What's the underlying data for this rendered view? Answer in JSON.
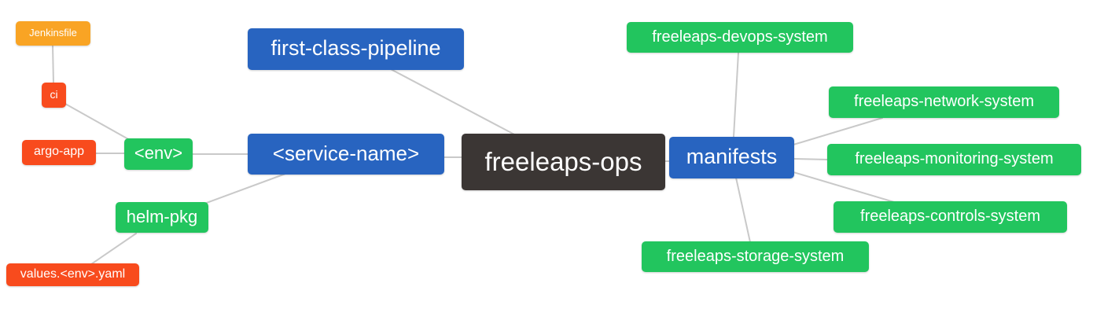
{
  "diagram": {
    "type": "mindmap",
    "root": "freeleaps_ops"
  },
  "colors": {
    "root_bg": "#3B3634",
    "branch_bg": "#2864C0",
    "leaf_green_bg": "#22C55E",
    "leaf_red_bg": "#F84B1D",
    "leaf_amber_bg": "#F9A424",
    "text": "#FFFFFF",
    "edge": "#C9C9C9",
    "background": "#FFFFFF"
  },
  "nodes": {
    "freeleaps_ops": {
      "label": "freeleaps-ops",
      "color": "#3B3634"
    },
    "first_class_pipeline": {
      "label": "first-class-pipeline",
      "color": "#2864C0"
    },
    "service_name": {
      "label": "<service-name>",
      "color": "#2864C0"
    },
    "manifests": {
      "label": "manifests",
      "color": "#2864C0"
    },
    "env": {
      "label": "<env>",
      "color": "#22C55E"
    },
    "helm_pkg": {
      "label": "helm-pkg",
      "color": "#22C55E"
    },
    "ci": {
      "label": "ci",
      "color": "#F84B1D"
    },
    "argo_app": {
      "label": "argo-app",
      "color": "#F84B1D"
    },
    "jenkinsfile": {
      "label": "Jenkinsfile",
      "color": "#F9A424"
    },
    "values_env_yaml": {
      "label": "values.<env>.yaml",
      "color": "#F84B1D"
    },
    "devops_system": {
      "label": "freeleaps-devops-system",
      "color": "#22C55E"
    },
    "network_system": {
      "label": "freeleaps-network-system",
      "color": "#22C55E"
    },
    "monitoring_system": {
      "label": "freeleaps-monitoring-system",
      "color": "#22C55E"
    },
    "controls_system": {
      "label": "freeleaps-controls-system",
      "color": "#22C55E"
    },
    "storage_system": {
      "label": "freeleaps-storage-system",
      "color": "#22C55E"
    }
  },
  "edges": [
    [
      "jenkinsfile",
      "ci"
    ],
    [
      "ci",
      "env"
    ],
    [
      "argo_app",
      "env"
    ],
    [
      "env",
      "service_name"
    ],
    [
      "helm_pkg",
      "service_name"
    ],
    [
      "values_env_yaml",
      "helm_pkg"
    ],
    [
      "first_class_pipeline",
      "freeleaps_ops"
    ],
    [
      "service_name",
      "freeleaps_ops"
    ],
    [
      "freeleaps_ops",
      "manifests"
    ],
    [
      "manifests",
      "devops_system"
    ],
    [
      "manifests",
      "network_system"
    ],
    [
      "manifests",
      "monitoring_system"
    ],
    [
      "manifests",
      "controls_system"
    ],
    [
      "manifests",
      "storage_system"
    ]
  ]
}
